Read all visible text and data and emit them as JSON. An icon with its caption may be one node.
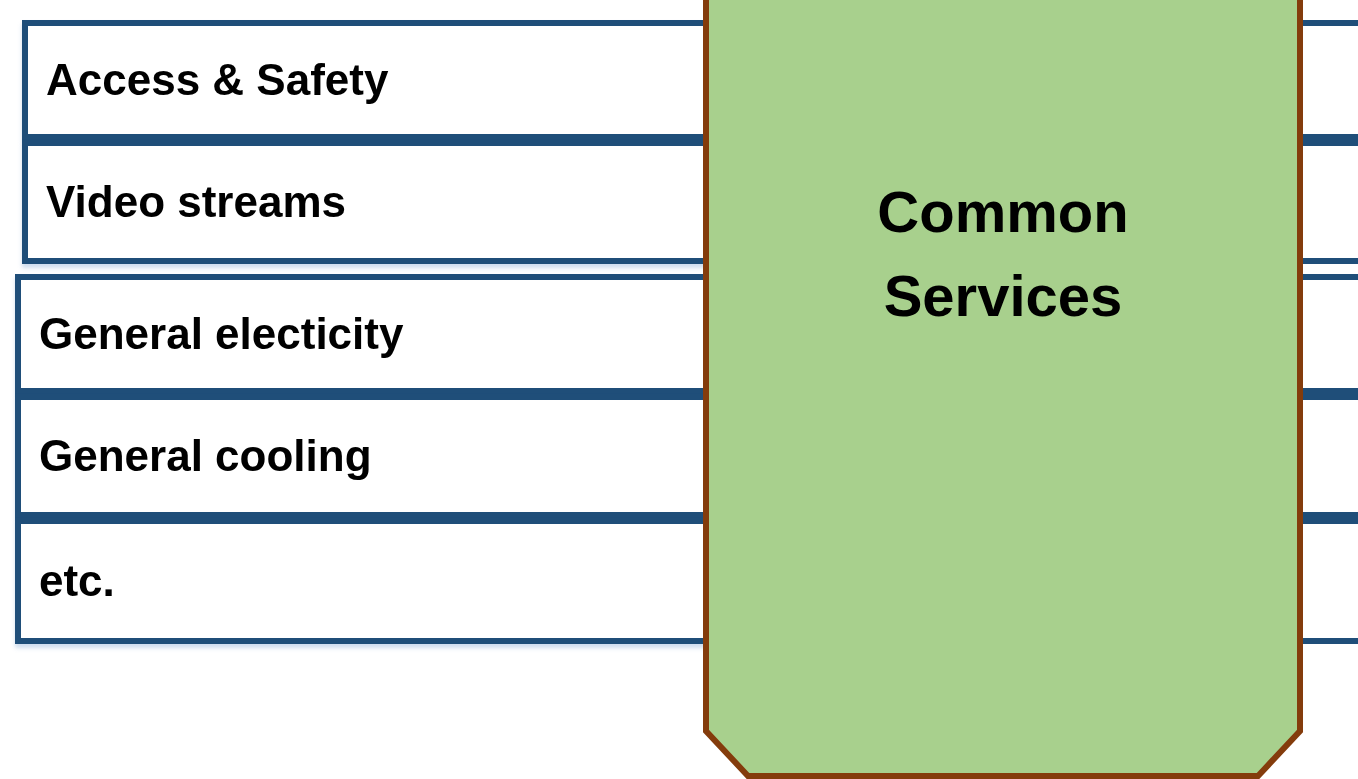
{
  "diagram": {
    "nodes": [
      {
        "text": [
          "Access & Safety"
        ]
      },
      {
        "text": [
          "Video streams"
        ]
      },
      {
        "text": [
          "General electicity"
        ]
      },
      {
        "text": [
          "General cooling"
        ]
      },
      {
        "text": [
          "etc."
        ]
      },
      {
        "text": [
          "Common Services"
        ]
      }
    ]
  }
}
